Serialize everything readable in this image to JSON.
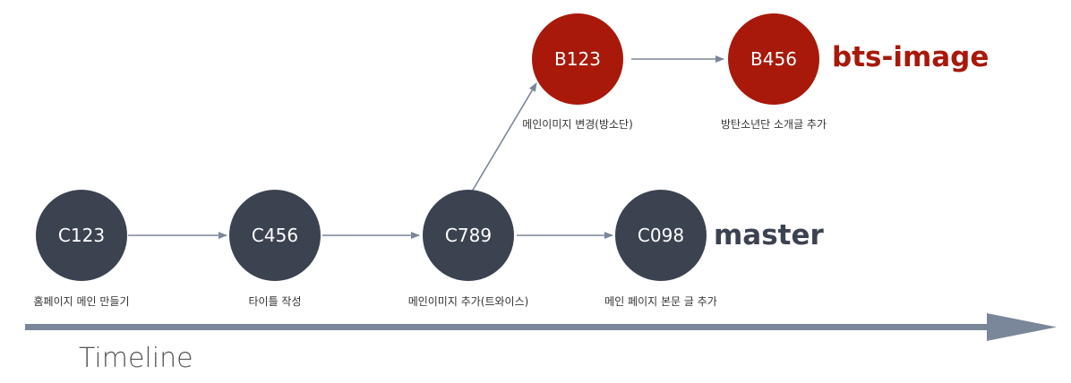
{
  "colors": {
    "commit_main": "#3b4250",
    "commit_branch": "#a8190a",
    "arrow": "#7a8699",
    "timeline": "#7a8699",
    "tag_master": "#3b4250",
    "tag_branch": "#a8190a"
  },
  "commits": [
    {
      "id": "C123",
      "message": "홈페이지 메인 만들기"
    },
    {
      "id": "C456",
      "message": "타이틀 작성"
    },
    {
      "id": "C789",
      "message": "메인이미지 추가(트와이스)"
    },
    {
      "id": "C098",
      "message": "메인 페이지 본문 글 추가"
    },
    {
      "id": "B123",
      "message": "메인이미지 변경(방소단)"
    },
    {
      "id": "B456",
      "message": "방탄소년단 소개글 추가"
    }
  ],
  "branches": {
    "master": "master",
    "feature": "bts-image"
  },
  "timeline": {
    "label": "Timeline"
  }
}
